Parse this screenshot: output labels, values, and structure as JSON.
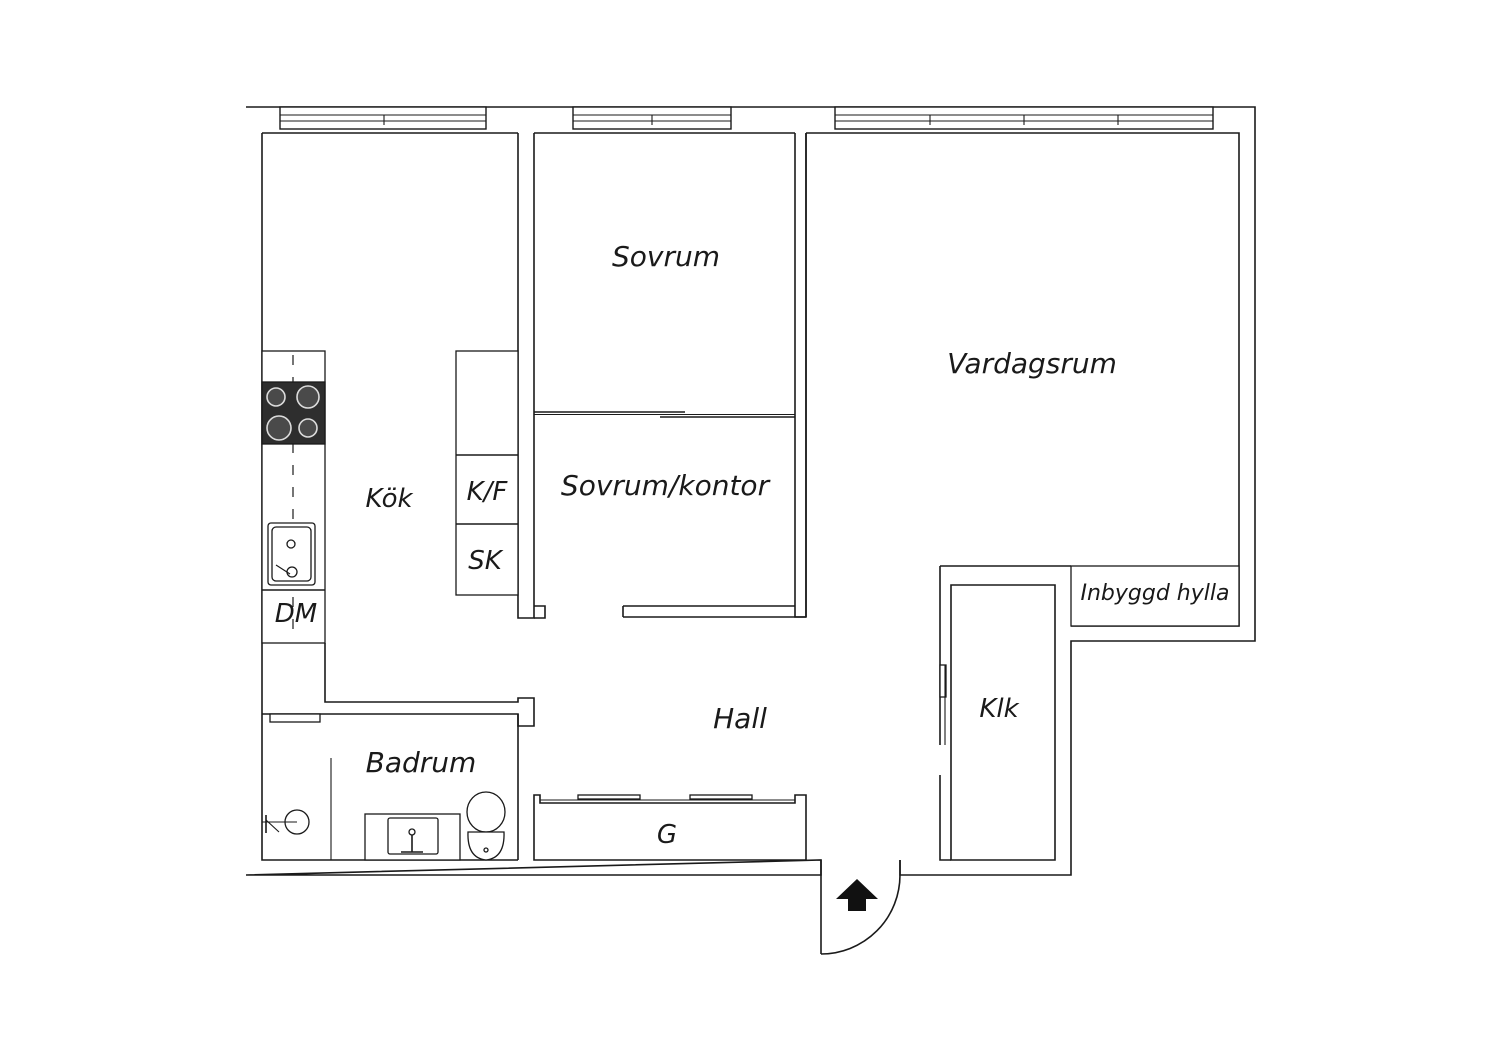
{
  "rooms": {
    "sovrum": "Sovrum",
    "vardagsrum": "Vardagsrum",
    "kok": "Kök",
    "kf": "K/F",
    "sk": "SK",
    "sovrum_kontor": "Sovrum/kontor",
    "dm": "DM",
    "inbyggd_hylla": "Inbyggd hylla",
    "hall": "Hall",
    "klk": "Klk",
    "badrum": "Badrum",
    "g": "G"
  },
  "colors": {
    "wall": "#1a1a1a",
    "background": "#ffffff",
    "hob": "#2e2e2e"
  },
  "icons": [
    "entrance-arrow-icon",
    "hob-icon",
    "sink-icon",
    "shower-icon",
    "toilet-icon",
    "washbasin-icon"
  ]
}
